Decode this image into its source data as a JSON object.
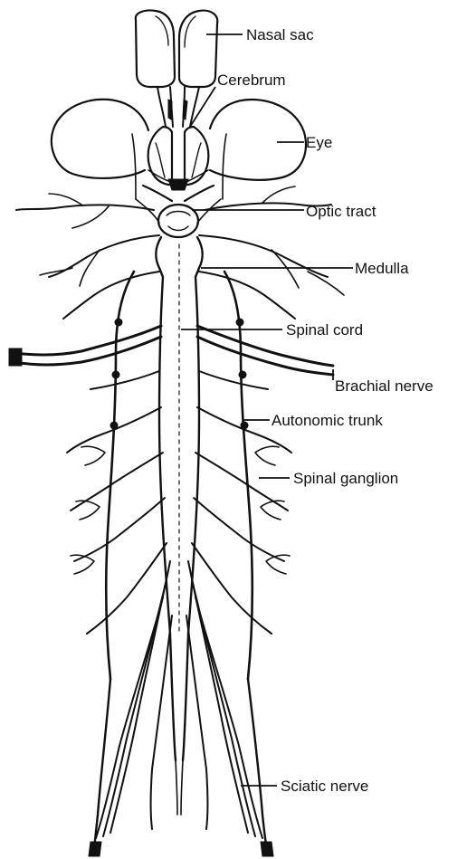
{
  "labels": {
    "nasal_sac": "Nasal sac",
    "cerebrum": "Cerebrum",
    "eye": "Eye",
    "optic_tract": "Optic tract",
    "medulla": "Medulla",
    "spinal_cord": "Spinal cord",
    "brachial_nerve": "Brachial nerve",
    "autonomic_trunk": "Autonomic trunk",
    "spinal_ganglion": "Spinal ganglion",
    "sciatic_nerve": "Sciatic nerve"
  },
  "colors": {
    "ink": "#111111",
    "background": "#ffffff"
  }
}
